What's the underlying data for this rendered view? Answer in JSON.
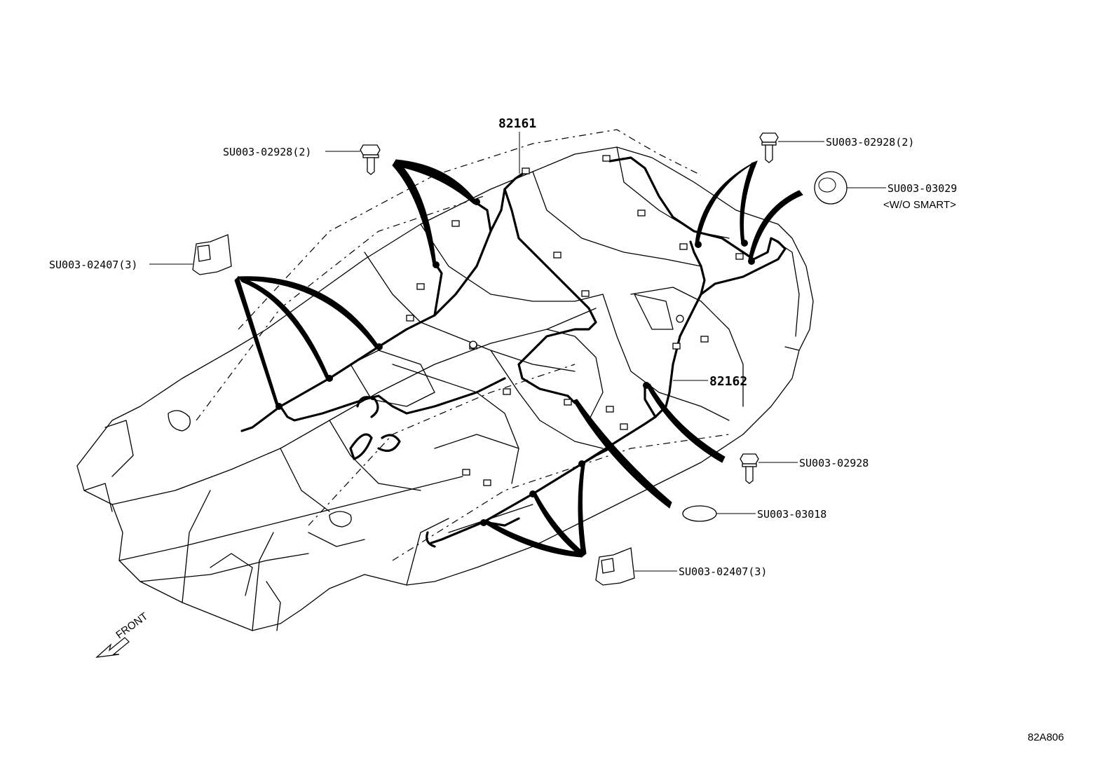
{
  "labels": {
    "harness_front": "82161",
    "harness_rear": "82162",
    "bolt_top_left": "SU003-02928(2)",
    "bolt_top_right": "SU003-02928(2)",
    "grommet_top_right": "SU003-03029",
    "grommet_condition": "<W/O SMART>",
    "clamp_left": "SU003-02407(3)",
    "bolt_right": "SU003-02928",
    "plug_right": "SU003-03018",
    "clamp_bottom": "SU003-02407(3)"
  },
  "front_marker": "FRONT",
  "figure_id": "82A806"
}
